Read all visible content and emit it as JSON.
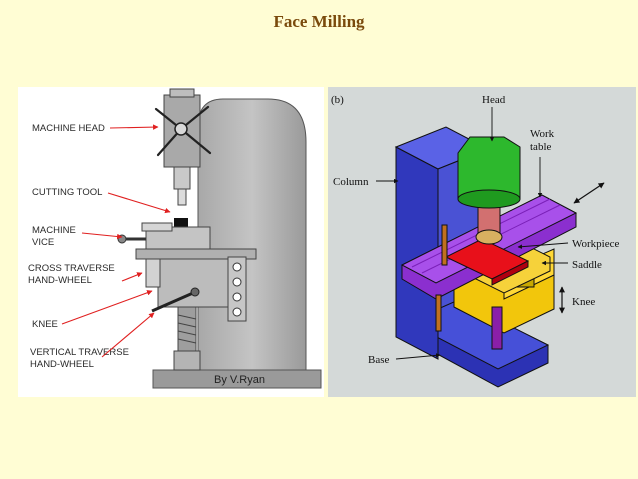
{
  "slide": {
    "title": "Face Milling"
  },
  "left_diagram": {
    "labels": {
      "machine_head": "MACHINE HEAD",
      "cutting_tool": "CUTTING TOOL",
      "machine_vice_1": "MACHINE",
      "machine_vice_2": "VICE",
      "cross_traverse_1": "CROSS TRAVERSE",
      "cross_traverse_2": "HAND-WHEEL",
      "knee": "KNEE",
      "vertical_traverse_1": "VERTICAL TRAVERSE",
      "vertical_traverse_2": "HAND-WHEEL"
    },
    "credit": "By V.Ryan",
    "colors": {
      "label": "#2a2a2a",
      "arrow": "#e02020",
      "machine": "#b9b9b9"
    }
  },
  "right_diagram": {
    "tag": "(b)",
    "labels": {
      "head": "Head",
      "work_table_1": "Work",
      "work_table_2": "table",
      "column": "Column",
      "workpiece": "Workpiece",
      "saddle": "Saddle",
      "knee": "Knee",
      "base": "Base"
    },
    "colors": {
      "head": "#2db82d",
      "column": "#3c42c8",
      "table": "#9b3fd9",
      "workpiece": "#e8101a",
      "saddle": "#f2c60c",
      "knee": "#f2c60c",
      "background": "#d4d9d8"
    }
  }
}
